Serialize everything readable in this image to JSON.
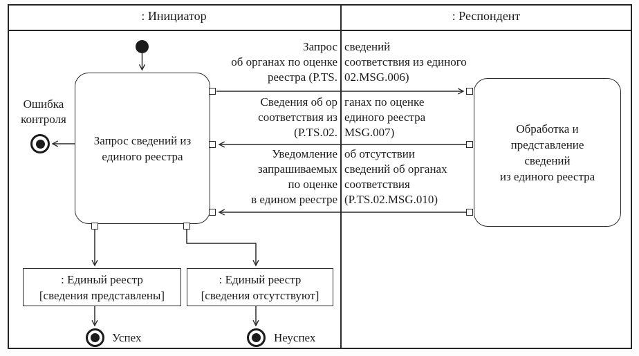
{
  "diagram": {
    "type": "uml-activity-interaction",
    "lanes": [
      {
        "label": ": Инициатор"
      },
      {
        "label": ": Респондент"
      }
    ],
    "initiator": {
      "activity_lines": [
        "Запрос сведений из",
        "единого реестра"
      ],
      "error_final_label_lines": [
        "Ошибка",
        "контроля"
      ],
      "object_nodes": [
        {
          "lines": [
            ": Единый реестр",
            "[сведения представлены]"
          ],
          "outcome_label": "Успех"
        },
        {
          "lines": [
            ": Единый реестр",
            "[сведения отсутствуют]"
          ],
          "outcome_label": "Неуспех"
        }
      ]
    },
    "respondent": {
      "activity_lines": [
        "Обработка и",
        "представление",
        "сведений",
        "из единого реестра"
      ]
    },
    "messages": [
      {
        "direction": "initiator-to-respondent",
        "left_lines": [
          "Запрос",
          "об органах по оценке",
          "реестра (P.TS."
        ],
        "right_lines": [
          "сведений",
          "соответствия из единого",
          "02.MSG.006)"
        ]
      },
      {
        "direction": "respondent-to-initiator",
        "left_lines": [
          "Сведения об ор",
          "соответствия из",
          "(P.TS.02."
        ],
        "right_lines": [
          "ганах по оценке",
          "единого реестра",
          "MSG.007)"
        ]
      },
      {
        "direction": "respondent-to-initiator",
        "left_lines": [
          "Уведомление",
          "запрашиваемых",
          "по оценке",
          "в едином реестре"
        ],
        "right_lines": [
          "об отсутствии",
          "сведений об органах",
          "соответствия",
          "(P.TS.02.MSG.010)"
        ]
      }
    ],
    "colors": {
      "line": "#2a2a2a",
      "node_fill": "#1b1b1b",
      "background": "#ffffff"
    }
  }
}
